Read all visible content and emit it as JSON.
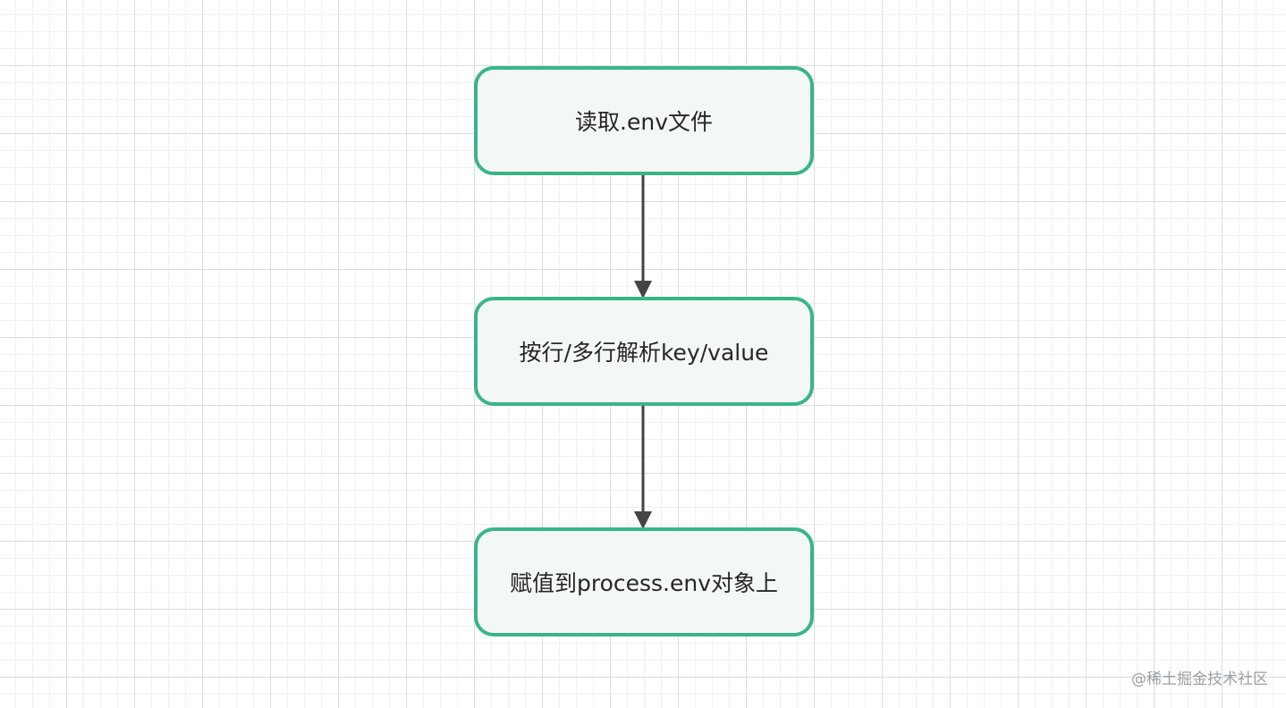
{
  "diagram": {
    "nodes": [
      {
        "id": "read-env",
        "label": "读取.env文件"
      },
      {
        "id": "parse-kv",
        "label": "按行/多行解析key/value"
      },
      {
        "id": "assign-env",
        "label": "赋值到process.env对象上"
      }
    ],
    "edges": [
      {
        "from": "read-env",
        "to": "parse-kv"
      },
      {
        "from": "parse-kv",
        "to": "assign-env"
      }
    ],
    "colors": {
      "node_border": "#3bb48a",
      "node_fill": "#f3f8f6",
      "arrow": "#444444"
    }
  },
  "watermark": "@稀土掘金技术社区"
}
